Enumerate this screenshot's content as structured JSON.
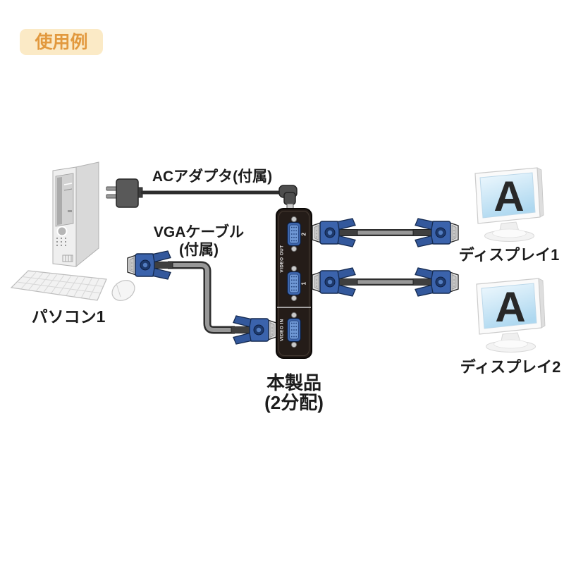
{
  "badge": {
    "label": "使用例"
  },
  "pc": {
    "label": "パソコン1"
  },
  "ac_adapter": {
    "label": "ACアダプタ(付属)"
  },
  "vga_cable": {
    "label_line1": "VGAケーブル",
    "label_line2": "(付属)"
  },
  "splitter": {
    "label_line1": "本製品",
    "label_line2": "(2分配)",
    "video_out": "VIDEO OUT",
    "video_in": "VIDEO IN",
    "port2": "2",
    "port1": "1"
  },
  "display1": {
    "label": "ディスプレイ1",
    "letter": "A"
  },
  "display2": {
    "label": "ディスプレイ2",
    "letter": "A"
  },
  "colors": {
    "badge_bg": "#fbeac6",
    "badge_text": "#e2993e",
    "connector_blue": "#3b63ac",
    "connector_navy": "#14294e",
    "splitter_body": "#241c18",
    "cable_gray": "#989898",
    "screen_blue_top": "#f0f9fe",
    "screen_blue_bottom": "#aed8f0"
  }
}
